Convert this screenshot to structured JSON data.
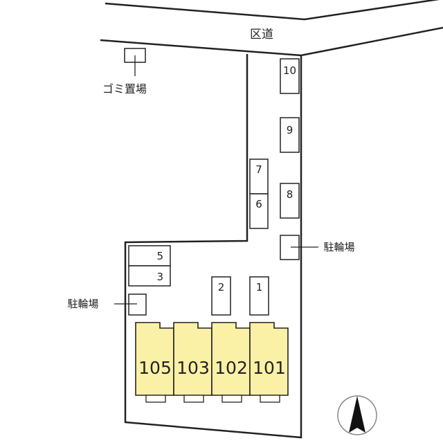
{
  "road": {
    "label": "区道"
  },
  "garbage": {
    "label": "ゴミ置場"
  },
  "bike_parking": {
    "label_right": "駐輪場",
    "label_left": "駐輪場"
  },
  "parking_spaces": [
    {
      "num": "10"
    },
    {
      "num": "9"
    },
    {
      "num": "8"
    },
    {
      "num": "7"
    },
    {
      "num": "6"
    },
    {
      "num": "5"
    },
    {
      "num": "3"
    },
    {
      "num": "2"
    },
    {
      "num": "1"
    }
  ],
  "units": [
    {
      "num": "105"
    },
    {
      "num": "103"
    },
    {
      "num": "102"
    },
    {
      "num": "101"
    }
  ],
  "colors": {
    "unit_fill": "#fbf1a6",
    "line": "#222222"
  },
  "compass": {
    "direction": "north-arrow"
  }
}
